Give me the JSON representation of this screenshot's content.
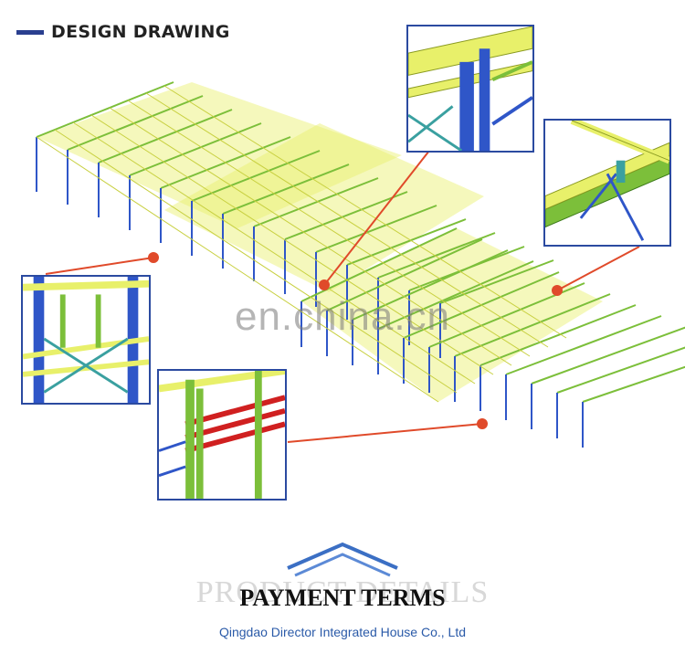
{
  "header": {
    "title": "DESIGN DRAWING"
  },
  "watermark": "en.china.cn",
  "footer": {
    "ghost_text": "PRODUCT DETAILS",
    "title": "PAYMENT TERMS",
    "company": "Qingdao Director Integrated House Co., Ltd"
  },
  "colors": {
    "accent": "#2a3f8f",
    "steel_yellow": "#e8f06a",
    "steel_green": "#7cbf3a",
    "column_blue": "#2f56c8",
    "callout_red": "#e04a2a",
    "purlin_red": "#d02020"
  }
}
